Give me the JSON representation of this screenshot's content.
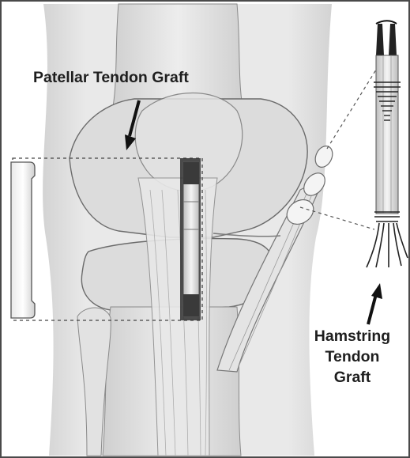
{
  "labels": {
    "patellar": "Patellar Tendon Graft",
    "hamstring_line1": "Hamstring",
    "hamstring_line2": "Tendon",
    "hamstring_line3": "Graft"
  },
  "colors": {
    "border": "#4a4a4a",
    "bone_fill": "#d9d9d9",
    "bone_light": "#ececec",
    "tendon": "#e4e4e4",
    "outline": "#6b6b6b",
    "arrow": "#111111",
    "dark_band": "#3a3a3a"
  }
}
